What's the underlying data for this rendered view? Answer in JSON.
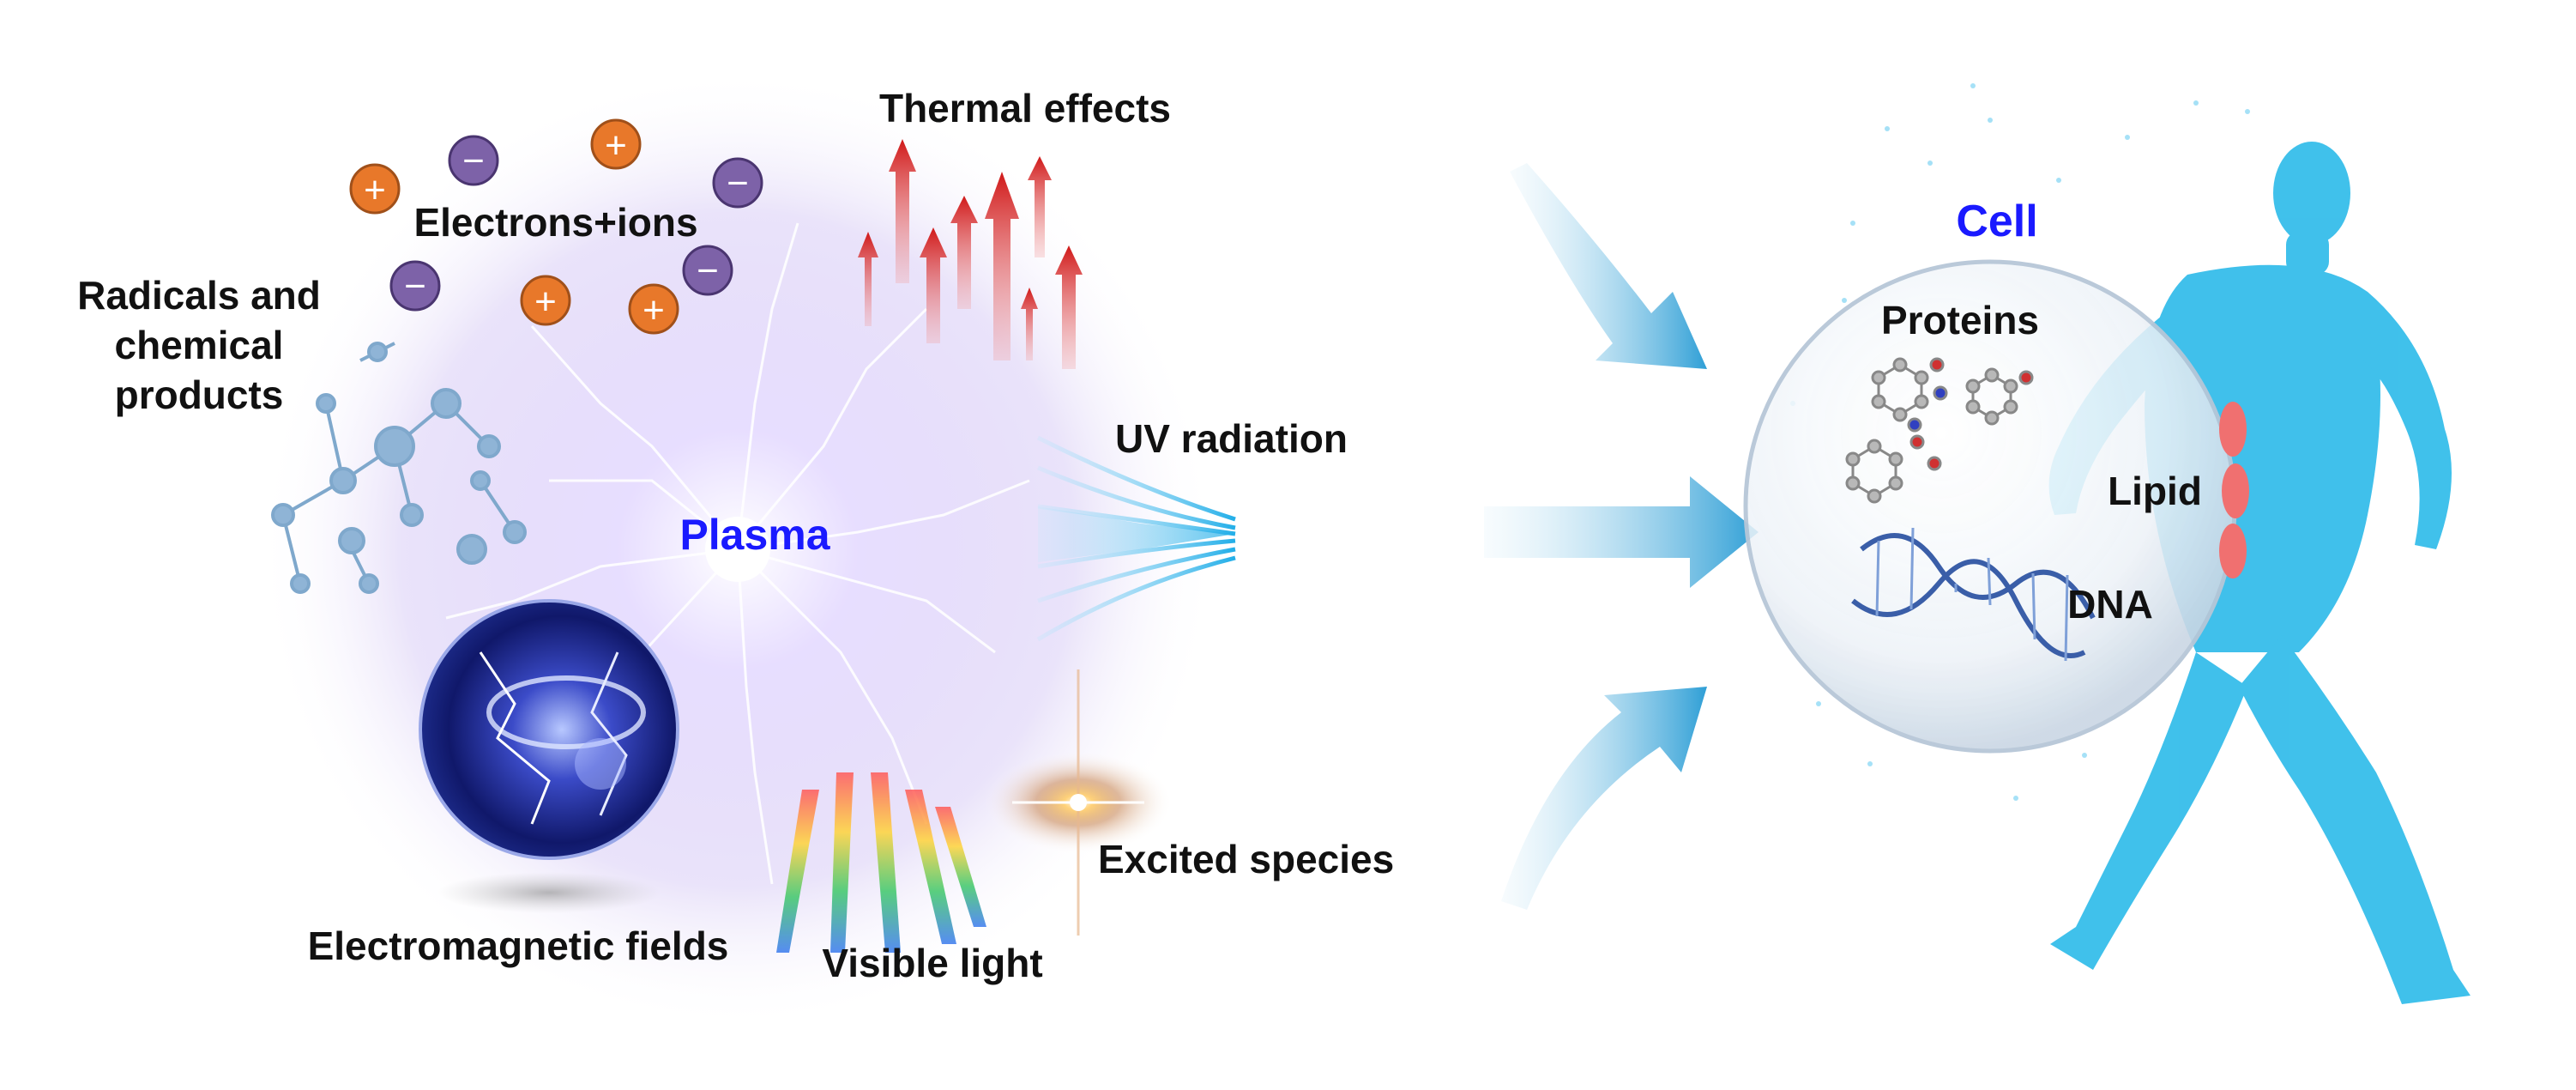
{
  "plasma": {
    "center_label": "Plasma",
    "components": {
      "thermal_effects": "Thermal effects",
      "electrons_ions": "Electrons+ions",
      "radicals_line1": "Radicals and",
      "radicals_line2": "chemical",
      "radicals_line3": "products",
      "uv_radiation": "UV radiation",
      "excited_species": "Excited species",
      "visible_light": "Visible light",
      "electromagnetic_fields": "Electromagnetic fields"
    },
    "charge_symbols": {
      "positive": "+",
      "negative": "−"
    }
  },
  "cell": {
    "title": "Cell",
    "proteins": "Proteins",
    "lipid": "Lipid",
    "dna": "DNA"
  },
  "colors": {
    "accent_blue": "#1a1aff",
    "positive_ion": "#e8782a",
    "negative_ion": "#7d62a8",
    "thermal_arrow": "#d42020",
    "flow_arrow": "#3aa8dc",
    "body_cyan": "#1fb6e8",
    "lipid": "#f07070"
  },
  "icons": [
    "molecule-icon",
    "positive-ion-icon",
    "negative-ion-icon",
    "thermal-arrow-icon",
    "uv-ray-icon",
    "dna-helix-icon",
    "protein-molecule-icon",
    "electromagnetic-sphere-icon",
    "spectrum-icon",
    "human-body-icon"
  ]
}
